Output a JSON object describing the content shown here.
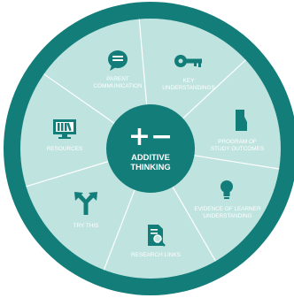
{
  "center": {
    "symbol": "+−",
    "line1": "ADDITIVE",
    "line2": "THINKING"
  },
  "colors": {
    "outer_ring": "#127d79",
    "wheel_fill": "#bfe3df",
    "segment_lines": "#ffffff",
    "hub": "#127d79",
    "icons": "#127d79",
    "text": "#ffffff"
  },
  "segments": [
    {
      "icon": "speech-bubble-icon",
      "lines": [
        "PARENT",
        "COMMUNICATION"
      ]
    },
    {
      "icon": "key-icon",
      "lines": [
        "KEY",
        "UNDERSTANDINGS"
      ]
    },
    {
      "icon": "alberta-map-icon",
      "lines": [
        "PROGRAM OF",
        "STUDY OUTCOMES"
      ]
    },
    {
      "icon": "lightbulb-icon",
      "lines": [
        "EVIDENCE OF LEARNER",
        "UNDERSTANDING"
      ]
    },
    {
      "icon": "document-search-icon",
      "lines": [
        "RESEARCH LINKS"
      ]
    },
    {
      "icon": "split-arrows-icon",
      "lines": [
        "TRY THIS"
      ]
    },
    {
      "icon": "library-icon",
      "lines": [
        "RESOURCES"
      ]
    }
  ]
}
